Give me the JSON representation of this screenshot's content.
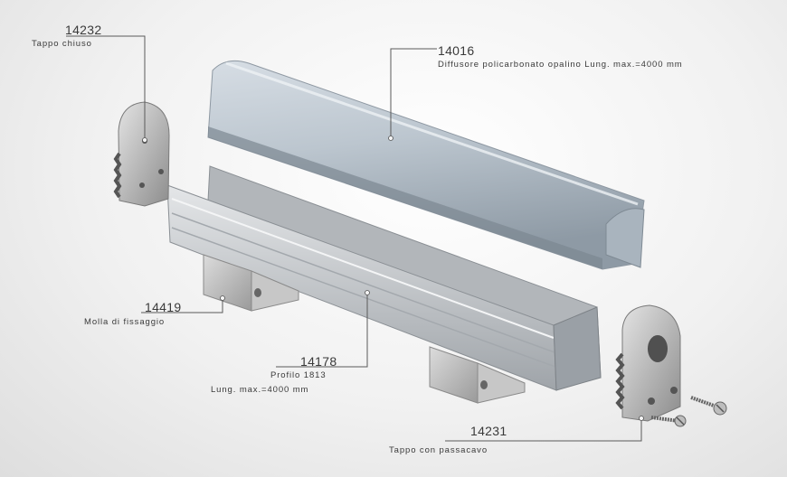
{
  "parts": [
    {
      "code": "14232",
      "lines": [
        "Tappo chiuso"
      ]
    },
    {
      "code": "14016",
      "lines": [
        "Diffusore policarbonato opalino Lung. max.=4000 mm"
      ]
    },
    {
      "code": "14419",
      "lines": [
        "Molla di fissaggio"
      ]
    },
    {
      "code": "14178",
      "lines": [
        "Profilo 1813",
        "Lung. max.=4000 mm"
      ]
    },
    {
      "code": "14231",
      "lines": [
        "Tappo con passacavo"
      ]
    }
  ],
  "colors": {
    "leader": "#5a5a5a",
    "aluminium": "#c3c6c9",
    "diffuser": "#b8c2cc",
    "text": "#3a3a3a"
  }
}
